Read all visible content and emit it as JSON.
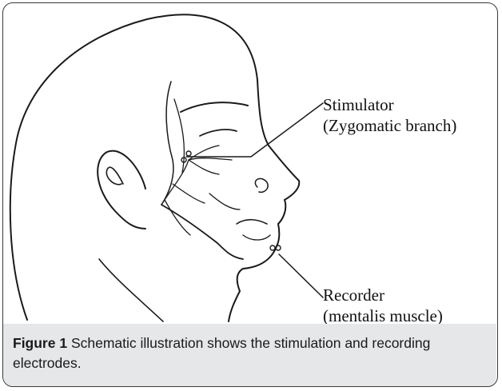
{
  "figure": {
    "labels": {
      "stimulator_title": "Stimulator",
      "stimulator_detail": "(Zygomatic branch)",
      "recorder_title": "Recorder",
      "recorder_detail": "(mentalis muscle)"
    },
    "caption": {
      "label": "Figure 1",
      "text": "Schematic illustration shows the stimulation and recording electrodes."
    }
  }
}
